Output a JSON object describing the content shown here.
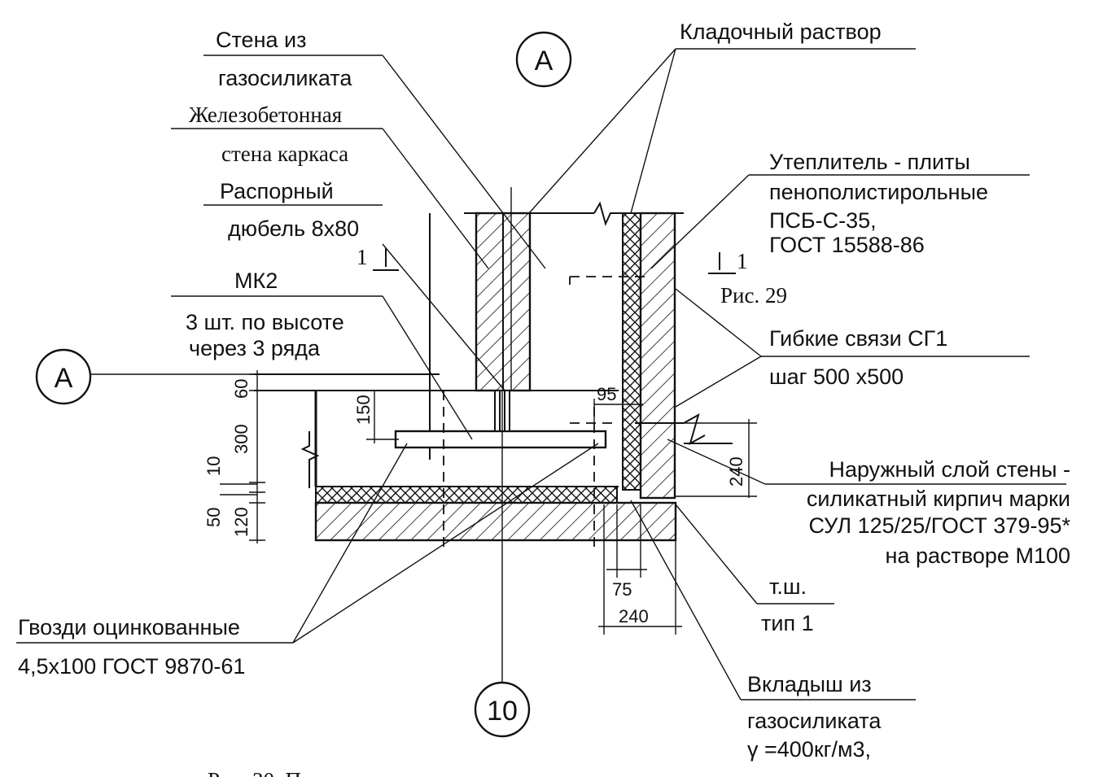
{
  "labels": {
    "wall_gas_1": "Стена из",
    "wall_gas_2": "газосиликата",
    "rc_wall_1": "Железобетонная",
    "rc_wall_2": "стена каркаса",
    "dowel_1": "Распорный",
    "dowel_2": "дюбель 8х80",
    "mk2": "МК2",
    "mk2_note_1": "3 шт. по высоте",
    "mk2_note_2": "через 3 ряда",
    "mortar": "Кладочный раствор",
    "insul_1": "Утеплитель - плиты",
    "insul_2": "пенополистирольные",
    "insul_3": "ПСБ-С-35,",
    "insul_4": "ГОСТ 15588-86",
    "fig_ref": "Рис. 29",
    "ties_1": "Гибкие связи СГ1",
    "ties_2": "шаг 500 х500",
    "outer_1": "Наружный слой стены -",
    "outer_2": "силикатный кирпич марки",
    "outer_3": "СУЛ 125/25/ГОСТ 379-95*",
    "outer_4": "на растворе М100",
    "tsh_1": "т.ш.",
    "tsh_2": "тип 1",
    "nails_1": "Гвозди оцинкованные",
    "nails_2": "4,5х100 ГОСТ 9870-61",
    "insert_1": "Вкладыш из",
    "insert_2": "газосиликата",
    "insert_3": "γ =400кг/м3,",
    "section_left": "1",
    "section_right": "1"
  },
  "axes": {
    "top": "А",
    "left": "А",
    "bottom": "10"
  },
  "dimensions": {
    "d60": "60",
    "d300": "300",
    "d10": "10",
    "d50": "50",
    "d120": "120",
    "d150": "150",
    "d95": "95",
    "d240_right": "240",
    "d75": "75",
    "d240_bottom": "240"
  },
  "caption": "Рис. 30. П"
}
